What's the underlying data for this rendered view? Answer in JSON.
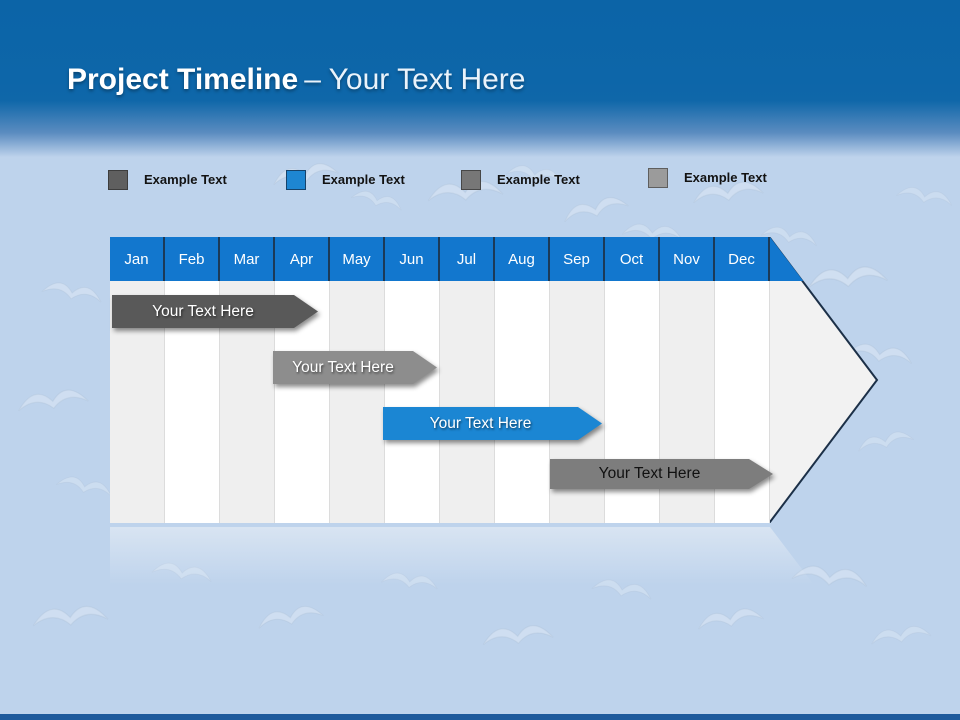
{
  "header": {
    "title_bold": "Project Timeline",
    "title_light": "– Your Text Here"
  },
  "legend": {
    "items": [
      {
        "label": "Example Text",
        "color": "#5f5f5f",
        "border": "#3d3d3d"
      },
      {
        "label": "Example Text",
        "color": "#1e86d2",
        "border": "#16436b"
      },
      {
        "label": "Example Text",
        "color": "#777777",
        "border": "#474747"
      },
      {
        "label": "Example Text",
        "color": "#9b9b9b",
        "border": "#5e5e5e"
      }
    ]
  },
  "timeline": {
    "months": [
      "Jan",
      "Feb",
      "Mar",
      "Apr",
      "May",
      "Jun",
      "Jul",
      "Aug",
      "Sep",
      "Oct",
      "Nov",
      "Dec"
    ],
    "header_color": "#1277ce",
    "bars": [
      {
        "label": "Your Text Here",
        "color": "#595959",
        "text_color": "#ffffff",
        "start_month": "Jan",
        "end_month": "Mar"
      },
      {
        "label": "Your Text Here",
        "color": "#8d8d8d",
        "text_color": "#ffffff",
        "start_month": "Apr",
        "end_month": "Jun"
      },
      {
        "label": "Your Text Here",
        "color": "#1b86d3",
        "text_color": "#ffffff",
        "start_month": "Jun",
        "end_month": "Sep"
      },
      {
        "label": "Your Text Here",
        "color": "#7d7d7d",
        "text_color": "#111111",
        "start_month": "Sep",
        "end_month": "Dec"
      }
    ]
  }
}
